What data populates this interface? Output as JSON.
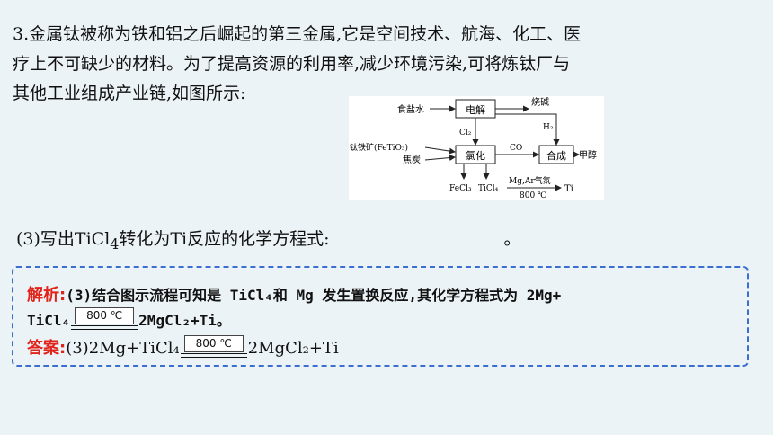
{
  "question": {
    "line1": "3.金属钛被称为铁和铝之后崛起的第三金属,它是空间技术、航海、化工、医",
    "line2": "疗上不可缺少的材料。为了提高资源的利用率,减少环境污染,可将炼钛厂与",
    "line3": "其他工业组成产业链,如图所示:"
  },
  "diagram": {
    "brine": "食盐水",
    "electrolysis": "电解",
    "caustic_soda": "烧碱",
    "cl2": "Cl₂",
    "h2": "H₂",
    "ilmenite": "钛铁矿(FeTiO₃)",
    "coke": "焦炭",
    "chlorination": "氯化",
    "co": "CO",
    "synthesis": "合成",
    "methanol": "甲醇",
    "fecl3": "FeCl₃",
    "ticl4": "TiCl₄",
    "mg_ar": "Mg,Ar气氛",
    "temp": "800 ℃",
    "ti": "Ti"
  },
  "part3": {
    "prefix": "(3)写出TiCl",
    "sub": "4",
    "suffix": "转化为Ti反应的化学方程式:",
    "end": "。"
  },
  "analysis": {
    "label": "解析",
    "colon": ":",
    "text1": "(3)结合图示流程可知是 TiCl₄和 Mg 发生置换反应,其化学方程式为 2Mg+",
    "text2_a": "TiCl₄",
    "condition": "800 ℃",
    "text2_b": "2MgCl₂+Ti。"
  },
  "answer": {
    "label": "答案",
    "colon": ":",
    "text_a": "(3)2Mg+TiCl₄",
    "condition": "800 ℃",
    "text_b": "2MgCl₂+Ti"
  }
}
